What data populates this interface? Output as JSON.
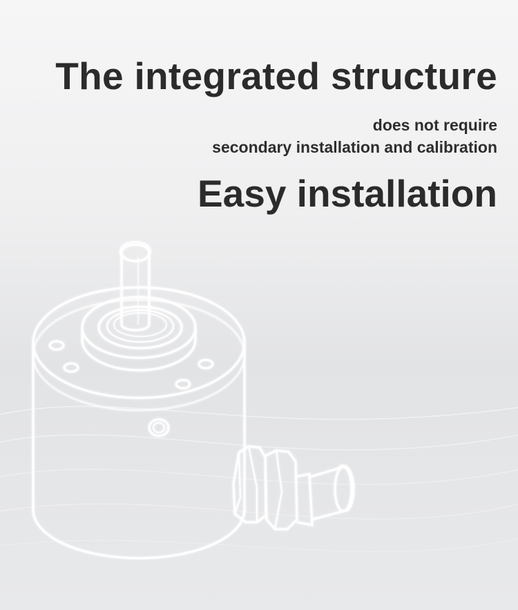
{
  "headline": "The integrated structure",
  "subtext": {
    "line1": "does not require",
    "line2": "secondary installation and calibration"
  },
  "headline2": "Easy installation",
  "product_illustration": "rotary-encoder-wireframe",
  "colors": {
    "text": "#2b2b2b",
    "background_top": "#f6f6f7",
    "background_mid": "#e2e3e5",
    "outline": "#ffffff"
  }
}
